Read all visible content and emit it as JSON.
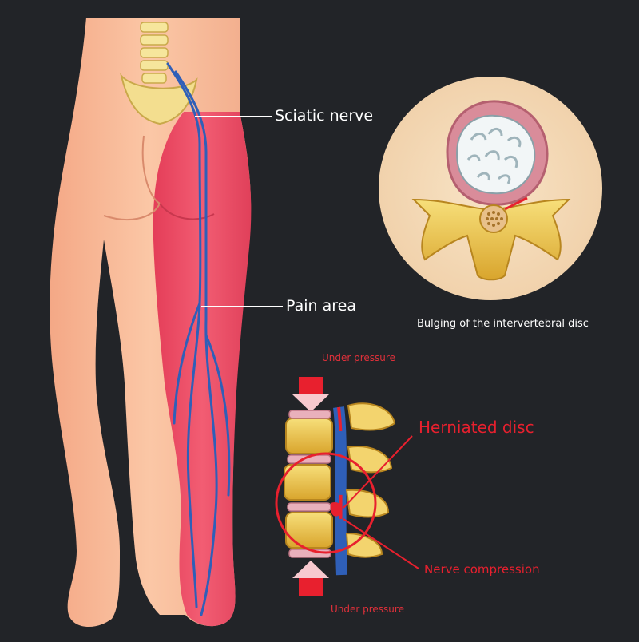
{
  "labels": {
    "sciatic_nerve": "Sciatic nerve",
    "pain_area": "Pain area",
    "bulging_disc": "Bulging of the intervertebral disc",
    "under_pressure_top": "Under pressure",
    "under_pressure_bottom": "Under pressure",
    "herniated_disc": "Herniated disc",
    "nerve_compression": "Nerve compression"
  },
  "colors": {
    "background": "#222428",
    "skin": "#f7b896",
    "pain_area": "#ec4a62",
    "nerve": "#2f5fb8",
    "spine": "#f0cf5a",
    "highlight_red": "#e8202e",
    "text": "#ffffff"
  }
}
